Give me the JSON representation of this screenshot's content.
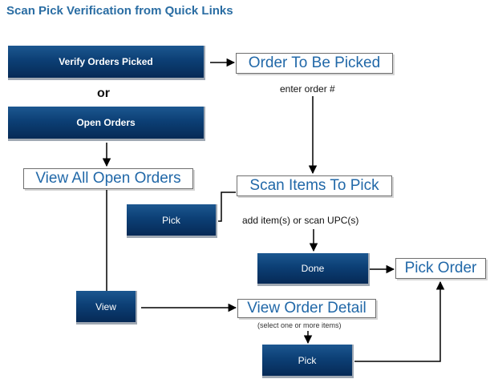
{
  "title": "Scan Pick Verification from Quick Links",
  "buttons": {
    "verify_orders_picked": "Verify Orders Picked",
    "open_orders": "Open Orders",
    "pick_1": "Pick",
    "done": "Done",
    "view": "View",
    "pick_2": "Pick"
  },
  "steps": {
    "order_to_be_picked": "Order To Be Picked",
    "view_all_open_orders": "View All Open Orders",
    "scan_items_to_pick": "Scan Items To Pick",
    "pick_order": "Pick Order",
    "view_order_detail": "View Order Detail"
  },
  "notes": {
    "or": "or",
    "enter_order": "enter order #",
    "add_items": "add item(s) or scan UPC(s)",
    "select_items": "(select one or more items)"
  },
  "colors": {
    "button_top": "#1c5790",
    "button_bottom": "#062a56",
    "step_text": "#2168a8",
    "title_text": "#2a6da3"
  }
}
